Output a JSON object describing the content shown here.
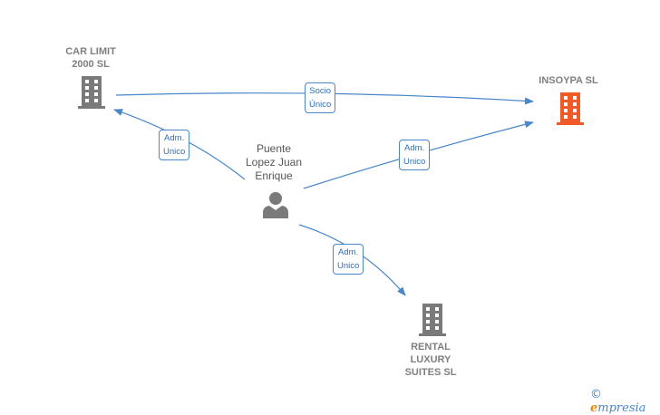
{
  "nodes": {
    "car_limit": {
      "label": "CAR LIMIT\n2000 SL",
      "color": "#7a7a7a"
    },
    "insoypa": {
      "label": "INSOYPA  SL",
      "color": "#f05a28"
    },
    "rental": {
      "label": "RENTAL\nLUXURY\nSUITES  SL",
      "color": "#7a7a7a"
    },
    "person": {
      "label": "Puente\nLopez Juan\nEnrique",
      "color": "#7a7a7a"
    }
  },
  "edges": {
    "socio_unico": {
      "label": "Socio\nÚnico"
    },
    "adm_car": {
      "label": "Adm.\nUnico"
    },
    "adm_insoypa": {
      "label": "Adm.\nUnico"
    },
    "adm_rental": {
      "label": "Adm.\nUnico"
    }
  },
  "colors": {
    "edge": "#4a86c8",
    "accent": "#f05a28"
  },
  "brand": {
    "copyright": "©",
    "first": "e",
    "rest": "mpresia"
  }
}
